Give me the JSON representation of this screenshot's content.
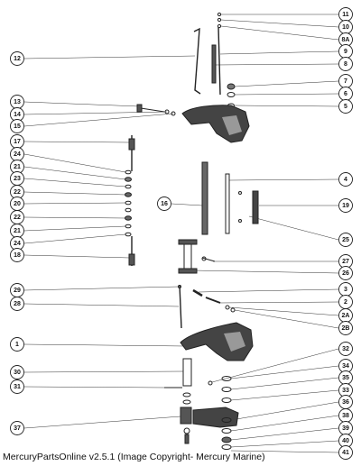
{
  "footer": {
    "text": "MercuryPartsOnline v2.5.1 (Image Copyright- Mercury Marine)"
  },
  "callouts_right": [
    "11",
    "10",
    "8A",
    "9",
    "8",
    "7",
    "6",
    "5",
    "4",
    "19",
    "25",
    "27",
    "26",
    "3",
    "2",
    "2A",
    "2B",
    "32",
    "34",
    "35",
    "33",
    "36",
    "38",
    "39",
    "40",
    "41"
  ],
  "callouts_left": [
    "12",
    "13",
    "14",
    "15",
    "17",
    "24",
    "21",
    "23",
    "22",
    "20",
    "22",
    "21",
    "24",
    "18",
    "29",
    "28",
    "1",
    "30",
    "31",
    "37"
  ],
  "callouts_mid": [
    "16"
  ]
}
